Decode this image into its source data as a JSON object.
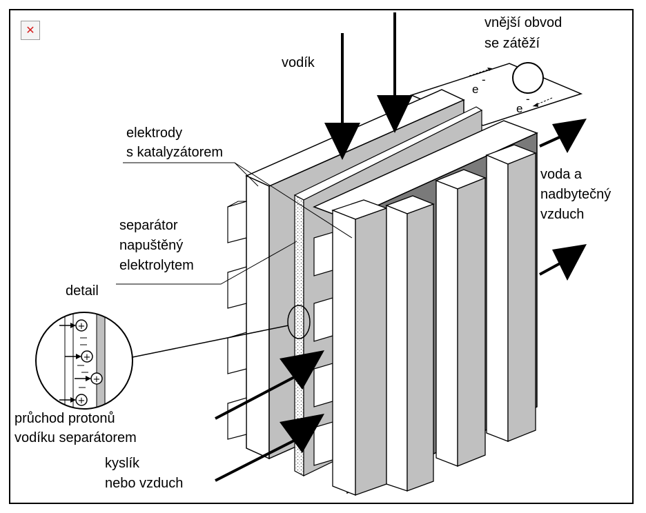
{
  "labels": {
    "hydrogen": "vodík",
    "external_circuit_line1": "vnější obvod",
    "external_circuit_line2": "se zátěží",
    "electron_top": "e",
    "electron_bottom": "e",
    "electron_sign": "-",
    "electrodes_line1": "elektrody",
    "electrodes_line2": "s katalyzátorem",
    "water_line1": "voda a",
    "water_line2": "nadbytečný",
    "water_line3": "vzduch",
    "separator_line1": "separátor",
    "separator_line2": "napuštěný",
    "separator_line3": "elektrolytem",
    "detail": "detail",
    "proton_passage_line1": "průchod protonů",
    "proton_passage_line2": "vodíku separátorem",
    "oxygen_line1": "kyslík",
    "oxygen_line2": "nebo vzduch"
  },
  "detail_symbols": {
    "plus": "+",
    "minus": "−"
  },
  "colors": {
    "plate_gray": "#c0c0c0",
    "plate_dark": "#7a7a7a",
    "outline": "#000000",
    "background": "#ffffff",
    "broken_image_x": "#d61f1f"
  },
  "icons": {
    "broken_image": "broken-image-icon",
    "load_circle": "load-resistor-icon"
  }
}
